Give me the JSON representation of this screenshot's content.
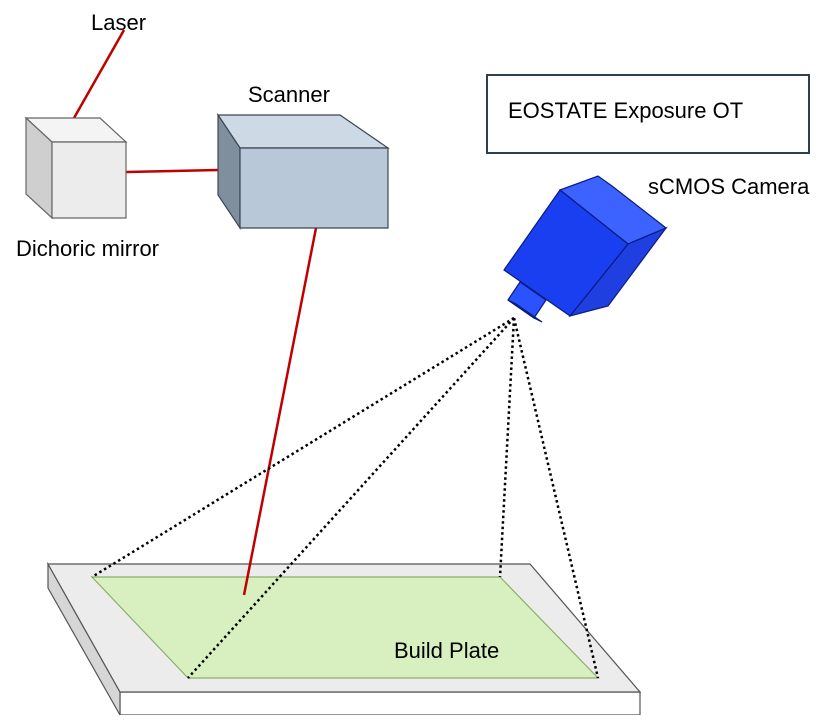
{
  "labels": {
    "laser": "Laser",
    "scanner": "Scanner",
    "mirror": "Dichoric mirror",
    "camera": "sCMOS Camera",
    "plate": "Build Plate",
    "system": "EOSTATE Exposure OT"
  },
  "colors": {
    "laser_beam": "#c00000",
    "scanner_box": "#b8c8d8",
    "mirror_box": "#ececec",
    "camera_body": "#1a3ff0",
    "plate_surface": "#d8f0c0",
    "plate_frame": "#ececec",
    "field_of_view": "#000000"
  }
}
